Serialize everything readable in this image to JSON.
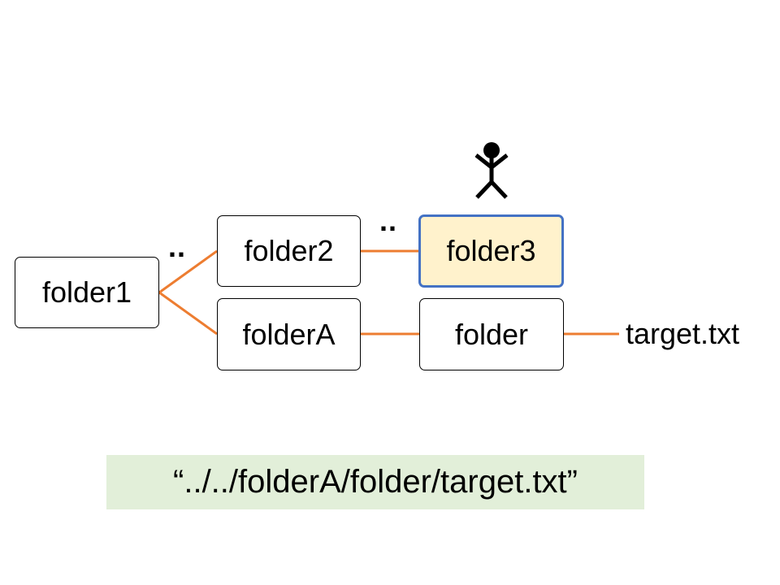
{
  "diagram": {
    "nodes": {
      "folder1": "folder1",
      "folder2": "folder2",
      "folder3": "folder3",
      "folderA": "folderA",
      "folder": "folder",
      "target": "target.txt"
    },
    "parent_markers": {
      "folder1_to_folder2": "..",
      "folder2_to_folder3": ".."
    },
    "current_location": "folder3",
    "edges": [
      [
        "folder1",
        "folder2"
      ],
      [
        "folder1",
        "folderA"
      ],
      [
        "folder2",
        "folder3"
      ],
      [
        "folderA",
        "folder"
      ],
      [
        "folder",
        "target.txt"
      ]
    ],
    "relative_path": "“../../folderA/folder/target.txt”",
    "colors": {
      "connector": "#ed7d31",
      "current_border": "#4472c4",
      "current_fill": "#fff2cc",
      "path_fill": "#e2efd9"
    }
  }
}
